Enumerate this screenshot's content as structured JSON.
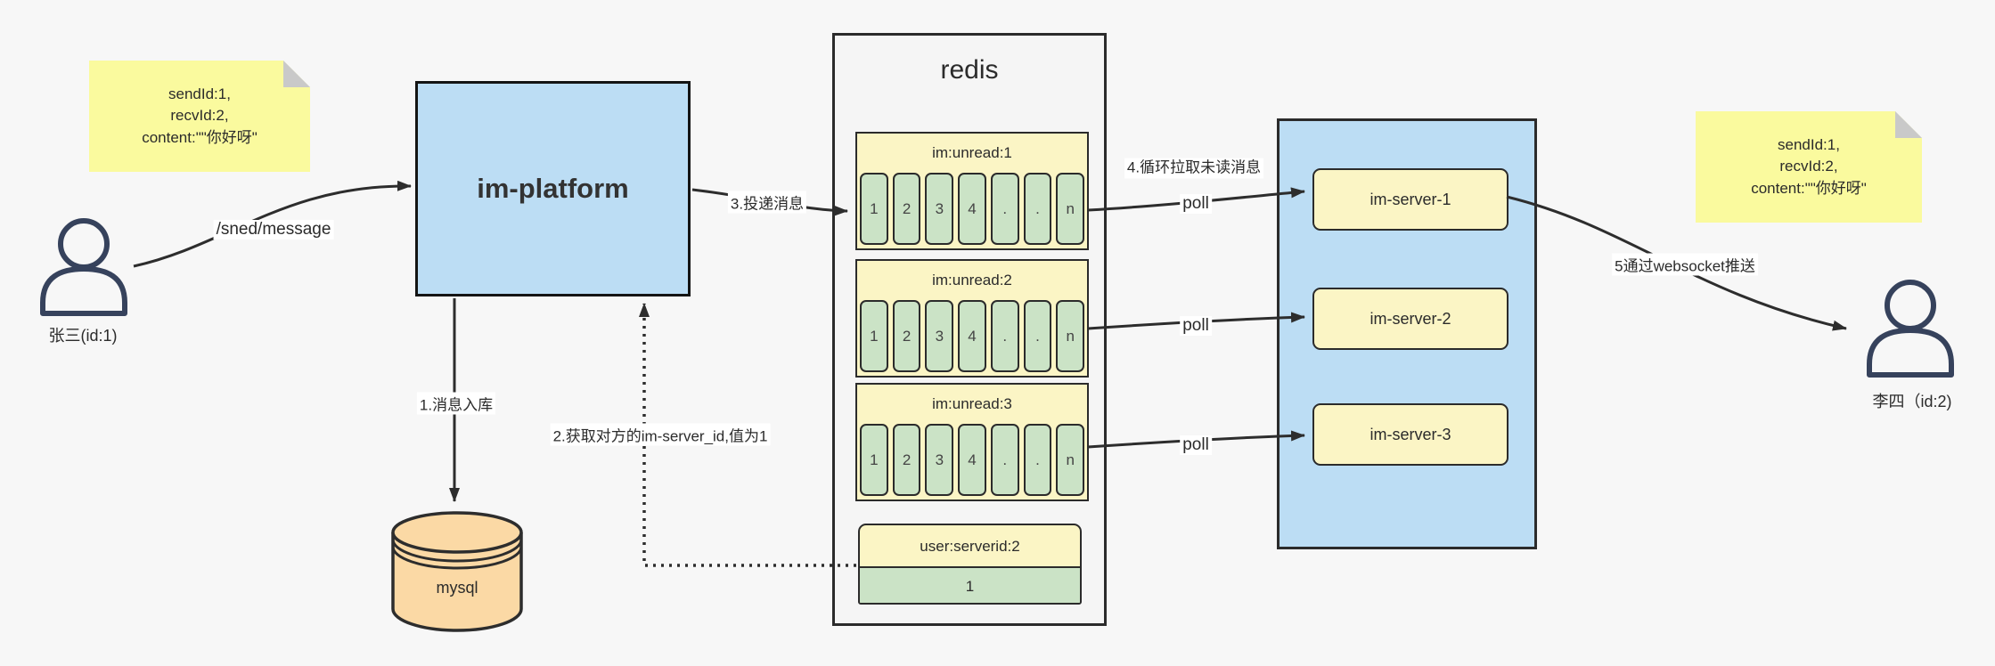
{
  "colors": {
    "background": "#f7f7f7",
    "note_yellow": "#fafa9e",
    "box_blue": "#bcddf4",
    "box_yellow": "#fbf5c5",
    "cell_green": "#cbe3c6",
    "db_orange": "#fbd9a5",
    "container_gray": "#f5f5f5",
    "line_dark": "#2d2d2d",
    "person_stroke": "#36425c"
  },
  "notes": {
    "left": {
      "line1": "sendId:1,",
      "line2": "recvId:2,",
      "line3": "content:\"\"你好呀\""
    },
    "right": {
      "line1": "sendId:1,",
      "line2": "recvId:2,",
      "line3": "content:\"\"你好呀\""
    }
  },
  "actors": {
    "sender": "张三(id:1)",
    "receiver": "李四（id:2)"
  },
  "platform": {
    "label": "im-platform"
  },
  "database": {
    "label": "mysql"
  },
  "redis": {
    "title": "redis",
    "queues": [
      {
        "header": "im:unread:1",
        "cells": [
          "1",
          "2",
          "3",
          "4",
          ".",
          ".",
          "n"
        ]
      },
      {
        "header": "im:unread:2",
        "cells": [
          "1",
          "2",
          "3",
          "4",
          ".",
          ".",
          "n"
        ]
      },
      {
        "header": "im:unread:3",
        "cells": [
          "1",
          "2",
          "3",
          "4",
          ".",
          ".",
          "n"
        ]
      }
    ],
    "mapping": {
      "header": "user:serverid:2",
      "value": "1"
    }
  },
  "servers": {
    "items": [
      {
        "label": "im-server-1"
      },
      {
        "label": "im-server-2"
      },
      {
        "label": "im-server-3"
      }
    ]
  },
  "edges": {
    "send": "/sned/message",
    "store": "1.消息入库",
    "lookup": "2.获取对方的im-server_id,值为1",
    "deliver": "3.投递消息",
    "pull_note": "4.循环拉取未读消息",
    "poll": "poll",
    "push": "5通过websocket推送"
  }
}
